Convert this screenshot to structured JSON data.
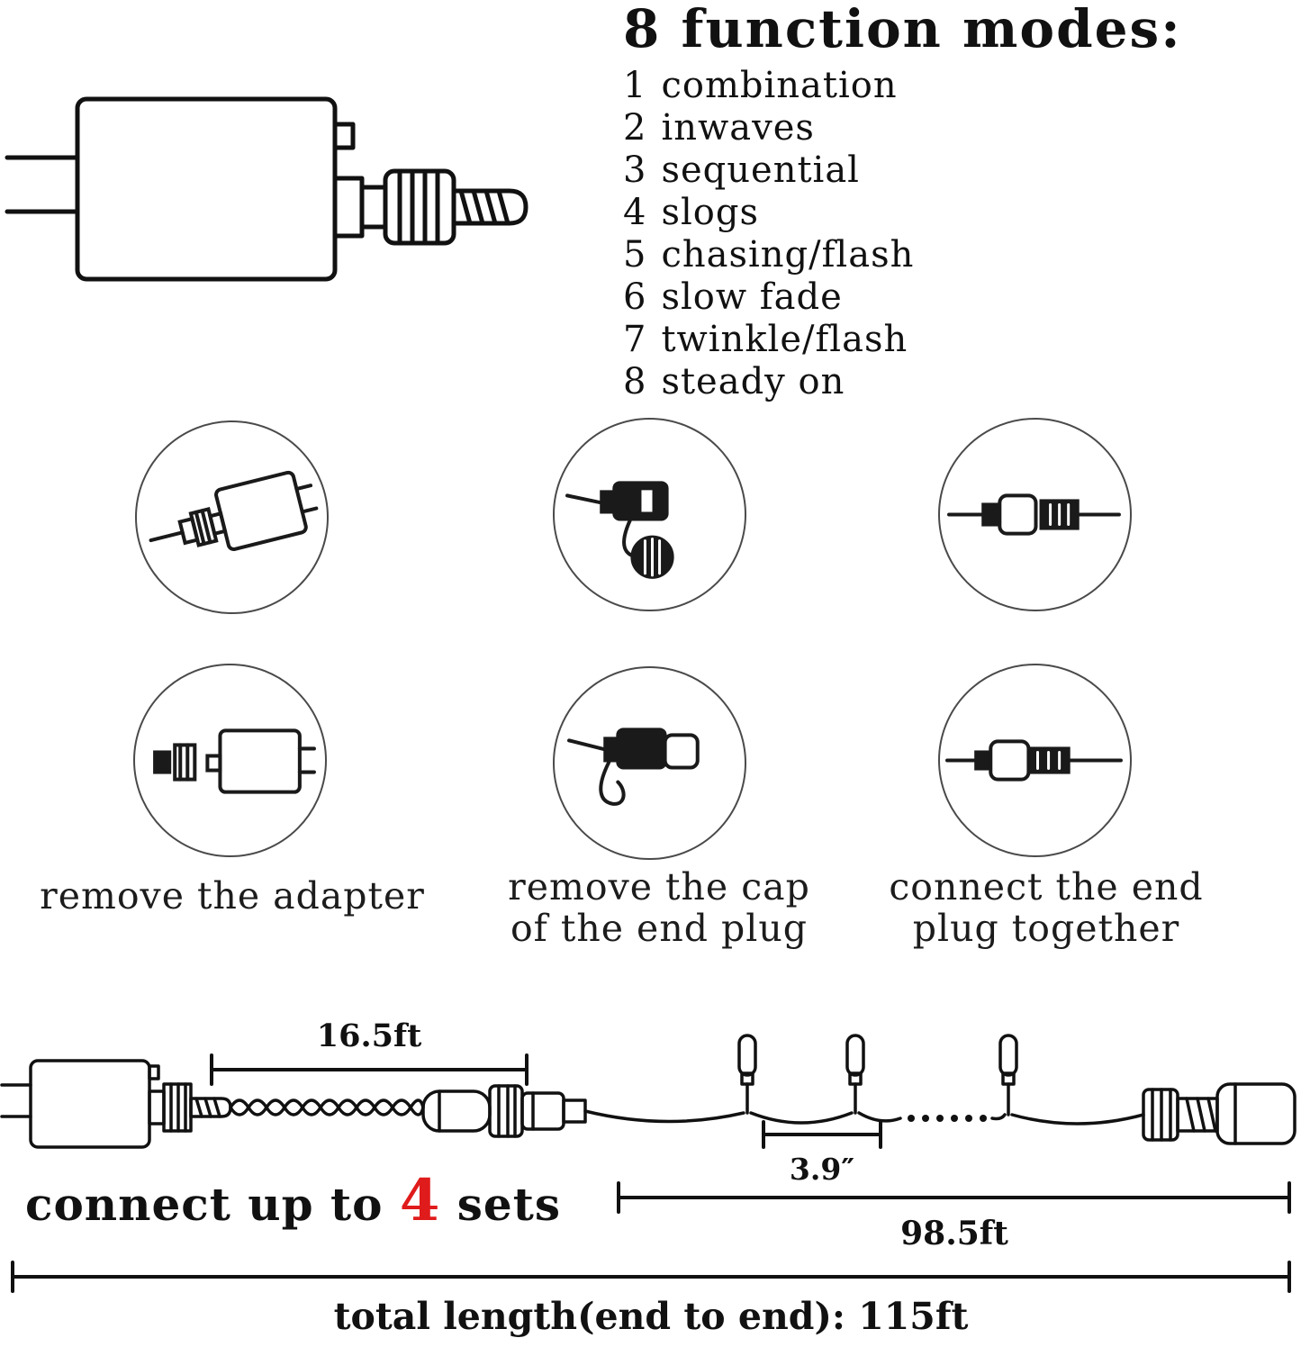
{
  "modes": {
    "title": "8 function modes:",
    "items": [
      {
        "num": "1",
        "label": "combination"
      },
      {
        "num": "2",
        "label": "inwaves"
      },
      {
        "num": "3",
        "label": "sequential"
      },
      {
        "num": "4",
        "label": "slogs"
      },
      {
        "num": "5",
        "label": "chasing/flash"
      },
      {
        "num": "6",
        "label": "slow fade"
      },
      {
        "num": "7",
        "label": "twinkle/flash"
      },
      {
        "num": "8",
        "label": "steady on"
      }
    ]
  },
  "steps": {
    "caption1": {
      "line1": "remove the adapter",
      "line2": ""
    },
    "caption2": {
      "line1": "remove the cap",
      "line2": "of the end plug"
    },
    "caption3": {
      "line1": "connect the end",
      "line2": "plug together"
    }
  },
  "schematic": {
    "lead_length": "16.5ft",
    "bulb_spacing": "3.9″",
    "string_length": "98.5ft",
    "total_length": "total length(end to end): 115ft",
    "connect": {
      "prefix": "connect up to ",
      "sets": "4",
      "suffix": " sets"
    }
  },
  "colors": {
    "accent_red": "#e01b1b",
    "ink": "#111111"
  }
}
